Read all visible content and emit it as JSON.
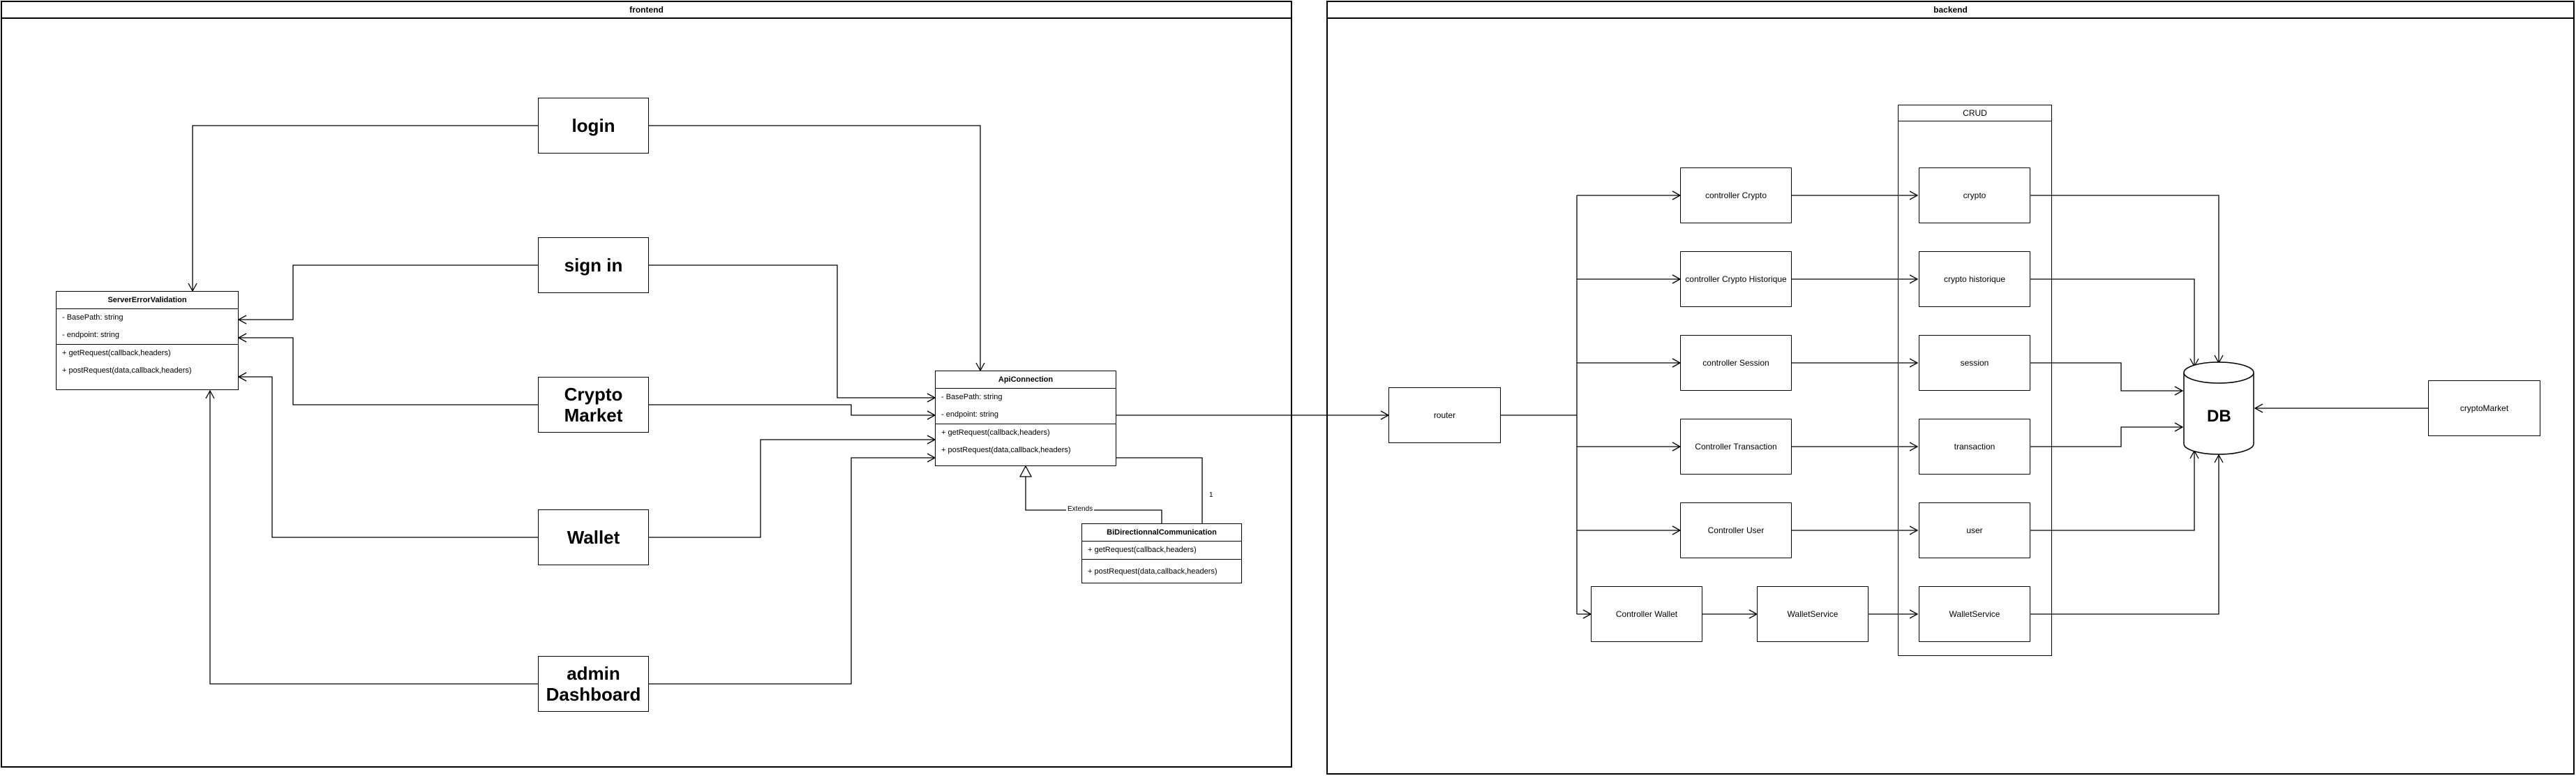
{
  "frames": {
    "frontend": "frontend",
    "backend": "backend"
  },
  "frontend": {
    "login": "login",
    "sign_in": "sign in",
    "crypto_market": "Crypto Market",
    "wallet": "Wallet",
    "admin_dashboard": "admin Dashboard",
    "server_error_validation": {
      "title": "ServerErrorValidation",
      "attributes": [
        "- BasePath: string",
        "- endpoint: string"
      ],
      "methods": [
        "+ getRequest(callback,headers)",
        "+ postRequest(data,callback,headers)"
      ]
    },
    "api_connection": {
      "title": "ApiConnection",
      "attributes": [
        "- BasePath: string",
        "- endpoint: string"
      ],
      "methods": [
        "+ getRequest(callback,headers)",
        "+ postRequest(data,callback,headers)"
      ]
    },
    "bidirectional": {
      "title": "BiDirectionnalCommunication",
      "methods_a": [
        "+ getRequest(callback,headers)"
      ],
      "methods_b": [
        "+ postRequest(data,callback,headers)"
      ]
    },
    "edge_labels": {
      "extends": "Extends",
      "multiplicity": "1"
    }
  },
  "backend": {
    "router": "router",
    "crud": "CRUD",
    "controllers": {
      "crypto": "controller Crypto",
      "crypto_historique": "controller Crypto Historique",
      "session": "controller Session",
      "transaction": "Controller Transaction",
      "user": "Controller User",
      "wallet": "Controller Wallet"
    },
    "wallet_service_mid": "WalletService",
    "crud_items": {
      "crypto": "crypto",
      "crypto_historique": "crypto historique",
      "session": "session",
      "transaction": "transaction",
      "user": "user",
      "wallet_service": "WalletService"
    },
    "db": "DB",
    "crypto_market_ext": "cryptoMarket"
  }
}
